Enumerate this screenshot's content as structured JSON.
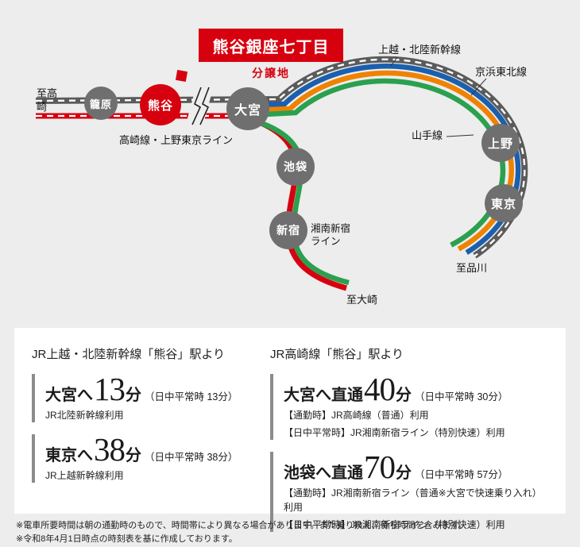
{
  "colors": {
    "bg": "#ecedec",
    "accent_red": "#d7000f",
    "station_gray": "#6f6f6f",
    "shinkansen_gray": "#5b5b5b",
    "line_blue": "#1b5fae",
    "line_orange": "#ef8200",
    "line_green": "#2ba04e"
  },
  "map": {
    "callout": {
      "title": "熊谷銀座七丁目",
      "subtitle": "分譲地"
    },
    "stations": [
      {
        "id": "kagohara",
        "label": "籠原"
      },
      {
        "id": "kumagaya",
        "label": "熊谷"
      },
      {
        "id": "omiya",
        "label": "大宮"
      },
      {
        "id": "ikebukuro",
        "label": "池袋"
      },
      {
        "id": "shinjuku",
        "label": "新宿"
      },
      {
        "id": "ueno",
        "label": "上野"
      },
      {
        "id": "tokyo",
        "label": "東京"
      }
    ],
    "line_labels": {
      "joetsu_hokuriku_shinkansen": "上越・北陸新幹線",
      "keihin_tohoku": "京浜東北線",
      "yamanote": "山手線",
      "takasaki_ueno_tokyo": "高崎線・上野東京ライン",
      "shonan_shinjuku": "湘南新宿ライン"
    },
    "endpoints": {
      "takasaki": "至高崎",
      "shinagawa": "至品川",
      "osaki": "至大崎"
    }
  },
  "info": {
    "left": {
      "header": "JR上越・北陸新幹線「熊谷」駅より",
      "items": [
        {
          "dest": "大宮へ",
          "time": "13",
          "unit": "分",
          "note": "（日中平常時 13分）",
          "lines": [
            "JR北陸新幹線利用"
          ]
        },
        {
          "dest": "東京へ",
          "time": "38",
          "unit": "分",
          "note": "（日中平常時 38分）",
          "lines": [
            "JR上越新幹線利用"
          ]
        }
      ]
    },
    "right": {
      "header": "JR高崎線「熊谷」駅より",
      "items": [
        {
          "dest": "大宮へ直通",
          "time": "40",
          "unit": "分",
          "note": "（日中平常時 30分）",
          "lines": [
            "【通勤時】JR高崎線（普通）利用",
            "【日中平常時】JR湘南新宿ライン（特別快速）利用"
          ]
        },
        {
          "dest": "池袋へ直通",
          "time": "70",
          "unit": "分",
          "note": "（日中平常時 57分）",
          "lines": [
            "【通勤時】JR湘南新宿ライン（普通※大宮で快速乗り入れ）利用",
            "【日中平常時】JR湘南新宿ライン（特別快速）利用"
          ]
        }
      ]
    }
  },
  "footnotes": [
    "※電車所要時間は朝の通勤時のもので、時間帯により異なる場合があります。また乗り換え、待ち時間を含みます。",
    "※令和8年4月1日時点の時刻表を基に作成しております。"
  ]
}
